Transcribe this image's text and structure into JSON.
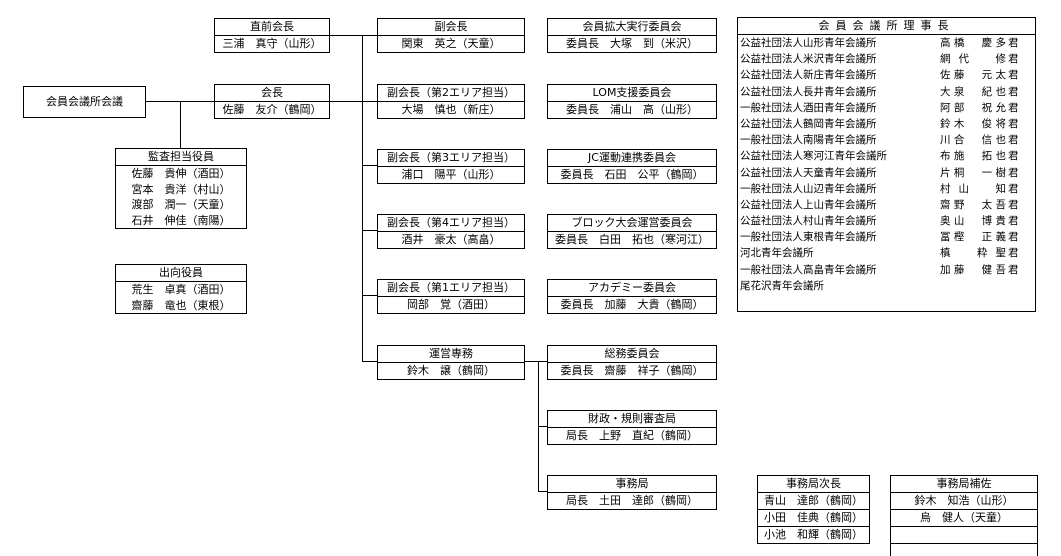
{
  "meeting": {
    "title": "会員会議所会議"
  },
  "past_president": {
    "title": "直前会長",
    "members": [
      "三浦　真守（山形）"
    ]
  },
  "president": {
    "title": "会長",
    "members": [
      "佐藤　友介（鶴岡）"
    ]
  },
  "auditors": {
    "title": "監査担当役員",
    "members": [
      "佐藤　貴伸（酒田）",
      "宮本　貴洋（村山）",
      "渡部　潤一（天童）",
      "石井　伸佳（南陽）"
    ]
  },
  "seconded": {
    "title": "出向役員",
    "members": [
      "荒生　卓真（酒田）",
      "齋藤　竜也（東根）"
    ]
  },
  "vice_presidents": [
    {
      "title": "副会長",
      "member": "関東　英之（天童）"
    },
    {
      "title": "副会長（第2エリア担当）",
      "member": "大場　慎也（新庄）"
    },
    {
      "title": "副会長（第3エリア担当）",
      "member": "浦口　陽平（山形）"
    },
    {
      "title": "副会長（第4エリア担当）",
      "member": "酒井　豪太（高畠）"
    },
    {
      "title": "副会長（第1エリア担当）",
      "member": "岡部　覚（酒田）"
    },
    {
      "title": "運営専務",
      "member": "鈴木　譲（鶴岡）"
    }
  ],
  "committees": [
    {
      "title": "会員拡大実行委員会",
      "member": "委員長　大塚　到（米沢）"
    },
    {
      "title": "LOM支援委員会",
      "member": "委員長　浦山　高（山形）"
    },
    {
      "title": "JC運動連携委員会",
      "member": "委員長　石田　公平（鶴岡）"
    },
    {
      "title": "ブロック大会運営委員会",
      "member": "委員長　白田　拓也（寒河江）"
    },
    {
      "title": "アカデミー委員会",
      "member": "委員長　加藤　大貴（鶴岡）"
    },
    {
      "title": "総務委員会",
      "member": "委員長　齋藤　祥子（鶴岡）"
    },
    {
      "title": "財政・規則審査局",
      "member": "局長　上野　直紀（鶴岡）"
    },
    {
      "title": "事務局",
      "member": "局長　土田　達郎（鶴岡）"
    }
  ],
  "deputy_secretariat": {
    "title": "事務局次長",
    "members": [
      "青山　達郎（鶴岡）",
      "小田　佳典（鶴岡）",
      "小池　和輝（鶴岡）"
    ]
  },
  "assistant_secretariat": {
    "title": "事務局補佐",
    "members": [
      "鈴木　知浩（山形）",
      "烏　健人（天童）",
      "",
      ""
    ]
  },
  "council": {
    "title": "会員会議所理事長",
    "rows": [
      {
        "org": "公益社団法人山形青年会議所",
        "president": "高橋　慶多",
        "suffix": "君"
      },
      {
        "org": "公益社団法人米沢青年会議所",
        "president": "網代　修",
        "suffix": "君"
      },
      {
        "org": "公益社団法人新庄青年会議所",
        "president": "佐藤　元太",
        "suffix": "君"
      },
      {
        "org": "公益社団法人長井青年会議所",
        "president": "大泉　紀也",
        "suffix": "君"
      },
      {
        "org": "一般社団法人酒田青年会議所",
        "president": "阿部　祝允",
        "suffix": "君"
      },
      {
        "org": "公益社団法人鶴岡青年会議所",
        "president": "鈴木　俊将",
        "suffix": "君"
      },
      {
        "org": "一般社団法人南陽青年会議所",
        "president": "川合　信也",
        "suffix": "君"
      },
      {
        "org": "公益社団法人寒河江青年会議所",
        "president": "布施　拓也",
        "suffix": "君"
      },
      {
        "org": "公益社団法人天童青年会議所",
        "president": "片桐　一樹",
        "suffix": "君"
      },
      {
        "org": "一般社団法人山辺青年会議所",
        "president": "村山　知",
        "suffix": "君"
      },
      {
        "org": "公益社団法人上山青年会議所",
        "president": "齋野　太吾",
        "suffix": "君"
      },
      {
        "org": "公益社団法人村山青年会議所",
        "president": "奥山　博貴",
        "suffix": "君"
      },
      {
        "org": "一般社団法人東根青年会議所",
        "president": "冨樫　正義",
        "suffix": "君"
      },
      {
        "org": "河北青年会議所",
        "president": "槙　粋聖",
        "suffix": "君"
      },
      {
        "org": "一般社団法人高畠青年会議所",
        "president": "加藤　健吾",
        "suffix": "君"
      },
      {
        "org": "尾花沢青年会議所",
        "president": "",
        "suffix": ""
      }
    ]
  }
}
